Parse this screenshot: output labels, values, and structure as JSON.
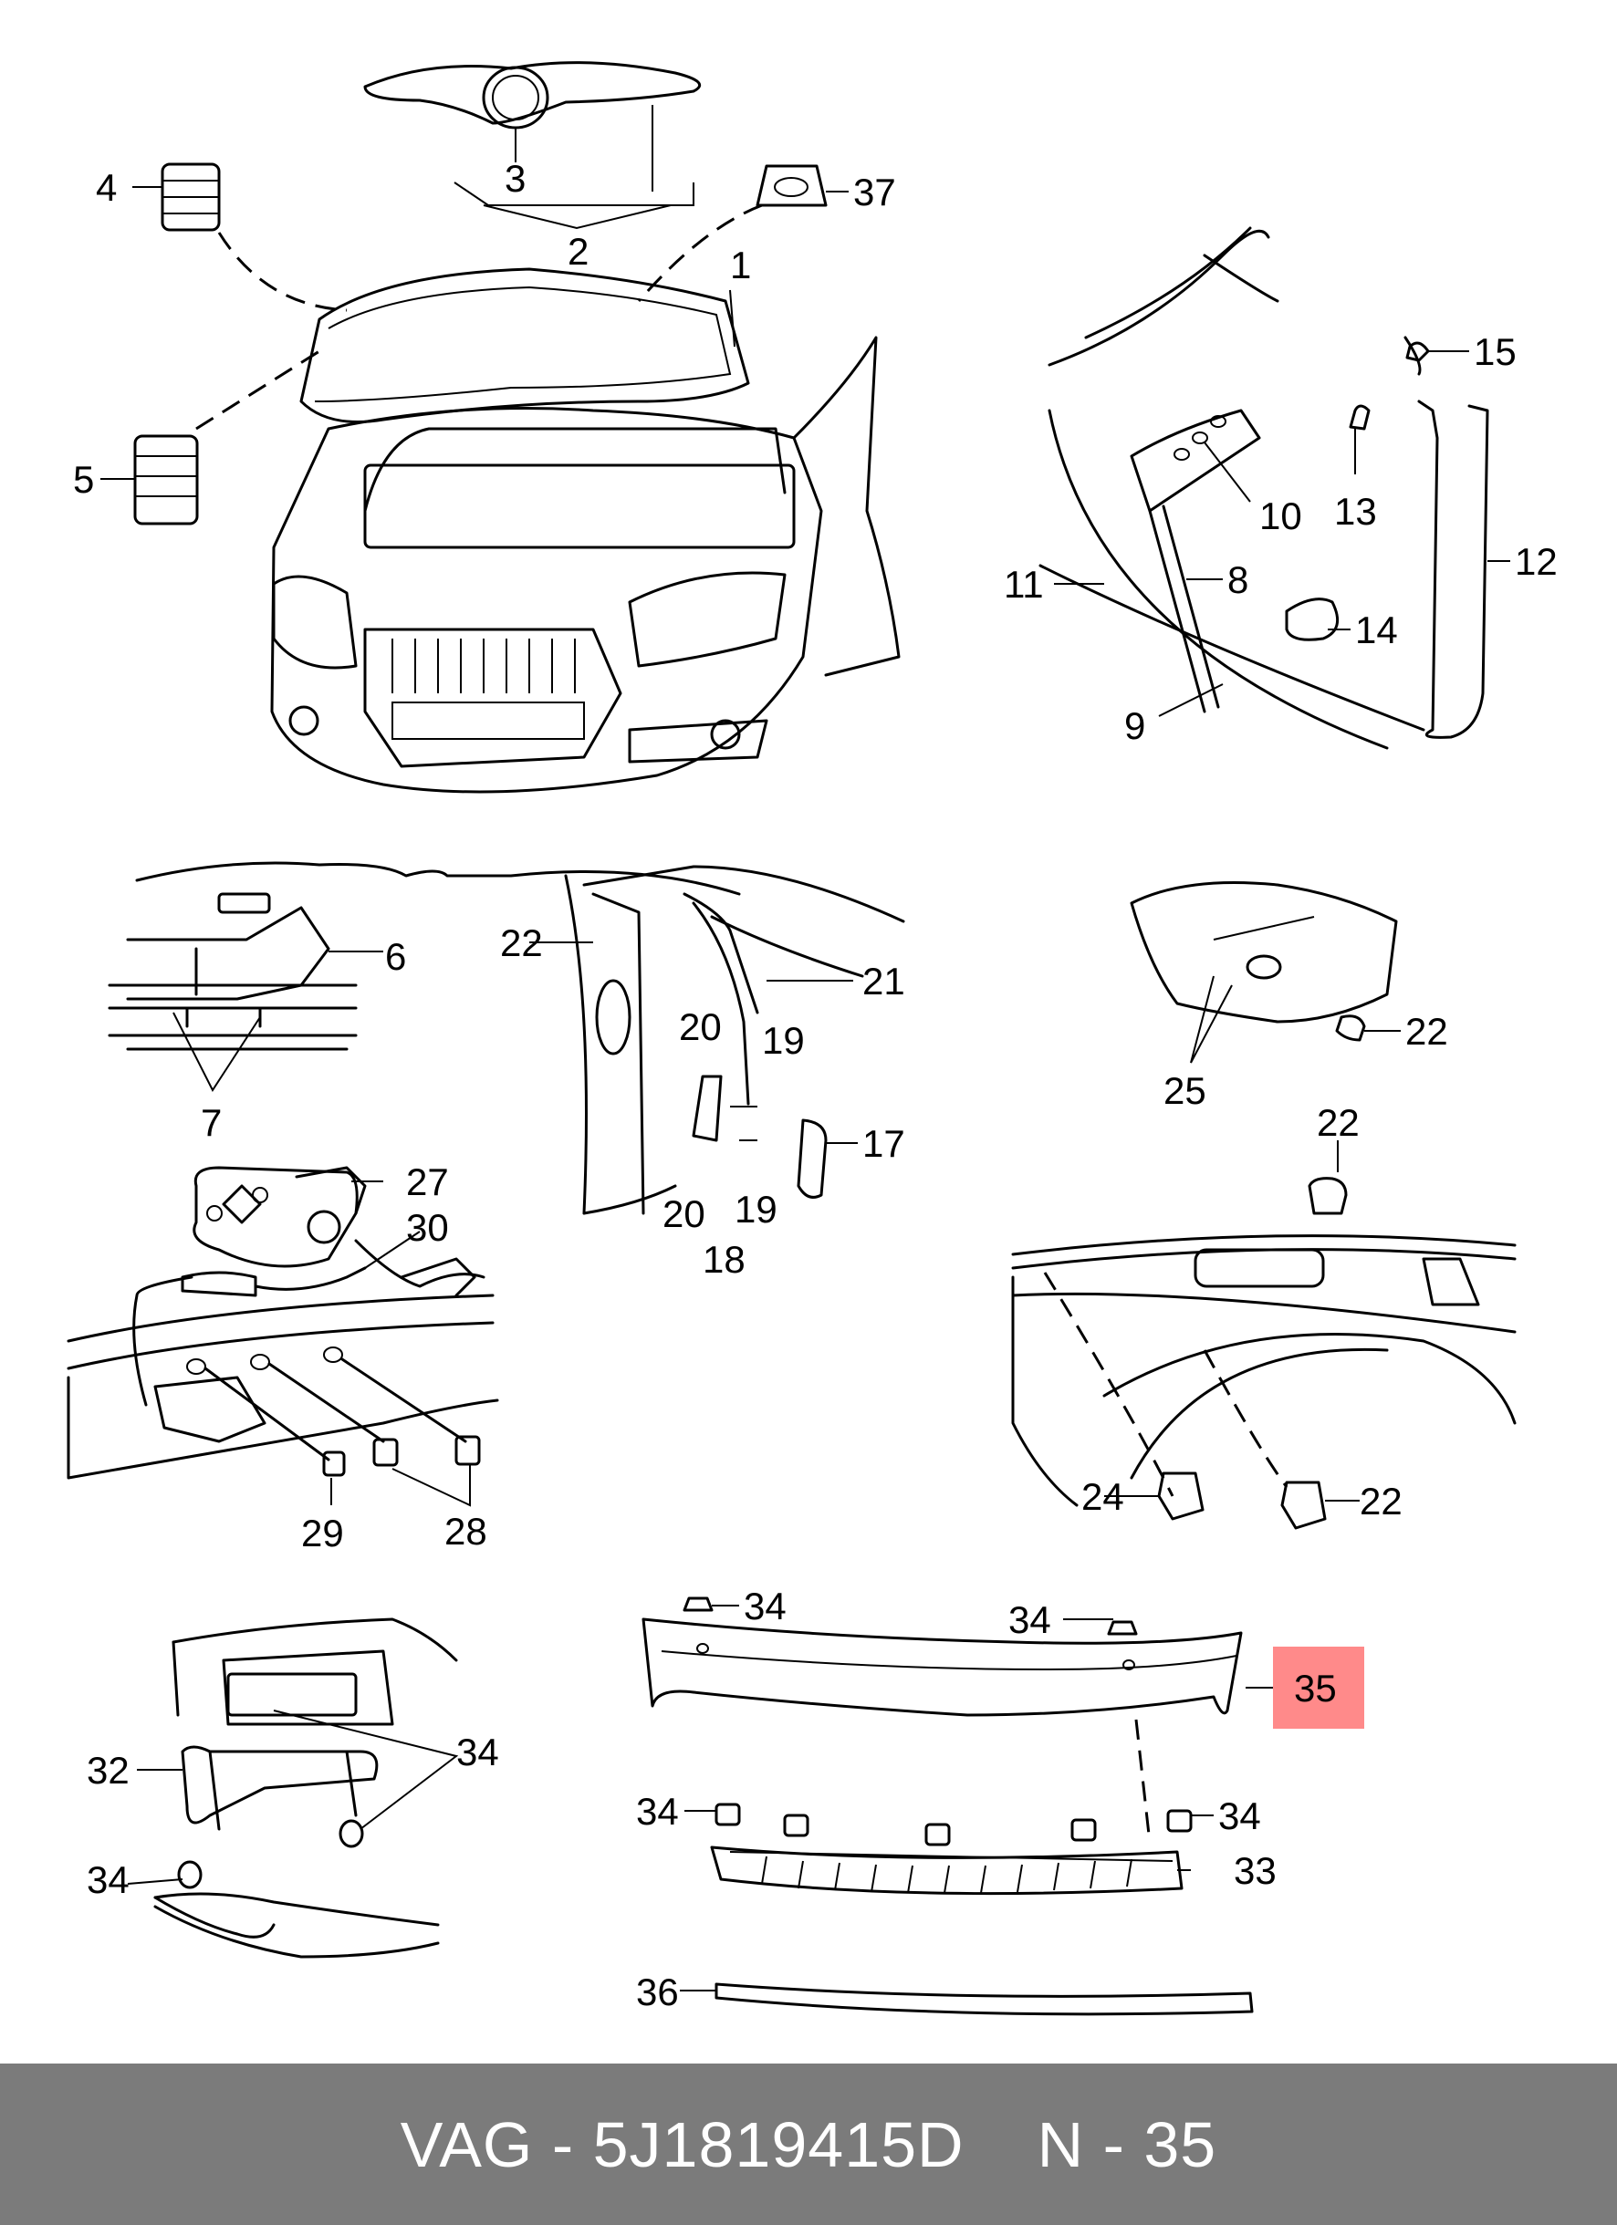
{
  "callouts": {
    "c1": "1",
    "c2": "2",
    "c3": "3",
    "c4": "4",
    "c5": "5",
    "c6": "6",
    "c7": "7",
    "c8": "8",
    "c9": "9",
    "c10": "10",
    "c11": "11",
    "c12": "12",
    "c13": "13",
    "c14": "14",
    "c15": "15",
    "c17": "17",
    "c18": "18",
    "c19": "19",
    "c20": "20",
    "c21": "21",
    "c22": "22",
    "c24": "24",
    "c25": "25",
    "c27": "27",
    "c28": "28",
    "c29": "29",
    "c30": "30",
    "c32": "32",
    "c33": "33",
    "c34": "34",
    "c35": "35",
    "c36": "36",
    "c37": "37"
  },
  "highlight": {
    "label": "35",
    "color": "#ff8a8a"
  },
  "footer": {
    "brand": "VAG",
    "separator": " - ",
    "part_number": "5J1819415D",
    "position": "N - 35"
  },
  "colors": {
    "footer_bg": "#7b7b7b",
    "footer_text": "#ffffff"
  }
}
